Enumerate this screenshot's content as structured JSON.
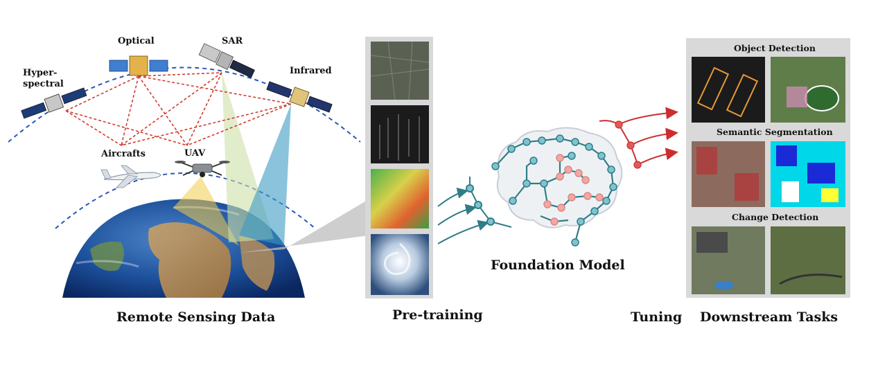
{
  "remote_sensing": {
    "title": "Remote Sensing Data",
    "sensors": {
      "hyperspectral_line1": "Hyper-",
      "hyperspectral_line2": "spectral",
      "optical": "Optical",
      "sar": "SAR",
      "infrared": "Infrared",
      "aircrafts": "Aircrafts",
      "uav": "UAV"
    }
  },
  "pretraining": {
    "title": "Pre-training"
  },
  "foundation": {
    "title": "Foundation Model"
  },
  "tuning": {
    "title": "Tuning"
  },
  "downstream": {
    "title": "Downstream Tasks",
    "object_detection": "Object Detection",
    "semantic_segmentation": "Semantic Segmentation",
    "change_detection": "Change Detection"
  },
  "colors": {
    "orbit": "#2a56b8",
    "links": "#d23a2e",
    "network_teal": "#2f7d86",
    "node_teal": "#7fc3d0",
    "node_pink": "#f2a7a3",
    "arrow_red": "#cc2e2e",
    "panel_gray": "#d8d8d8"
  },
  "icons": [
    "satellite-icon",
    "airplane-icon",
    "drone-icon",
    "earth-globe-icon",
    "brain-icon"
  ]
}
